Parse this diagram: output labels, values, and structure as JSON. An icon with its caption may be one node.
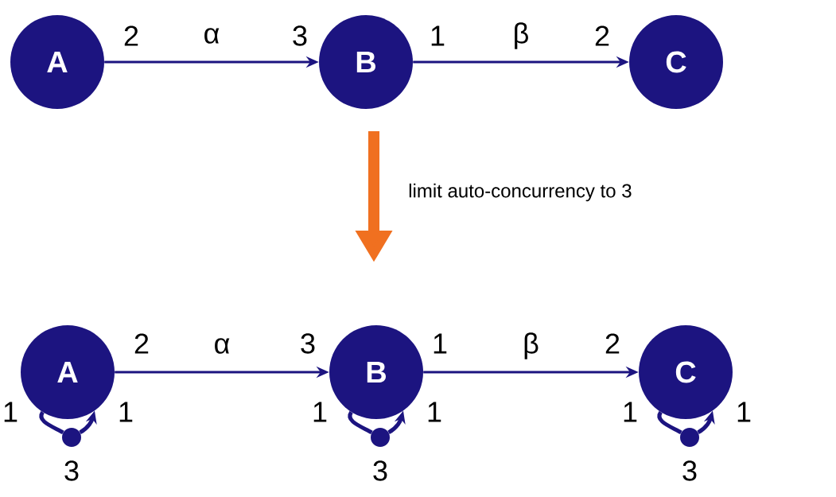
{
  "diagram": {
    "nodes": [
      {
        "text": [
          "A"
        ]
      },
      {
        "text": [
          "B"
        ]
      },
      {
        "text": [
          "C"
        ]
      },
      {
        "text": [
          "A"
        ]
      },
      {
        "text": [
          "B"
        ]
      },
      {
        "text": [
          "C"
        ]
      },
      {
        "text": [],
        "shape": "circle",
        "beside": [
          "3"
        ]
      },
      {
        "text": [],
        "shape": "circle",
        "beside": [
          "3"
        ]
      },
      {
        "text": [],
        "shape": "circle",
        "beside": [
          "3"
        ]
      }
    ],
    "edges": [
      {
        "from": 0,
        "to": 1,
        "arrow": "to",
        "label": "α"
      },
      {
        "from": 1,
        "to": 2,
        "arrow": "to",
        "label": "β"
      },
      {
        "from": 3,
        "to": 4,
        "arrow": "to",
        "label": "α"
      },
      {
        "from": 4,
        "to": 5,
        "arrow": "to",
        "label": "β"
      },
      {
        "from": 3,
        "to": 6,
        "arrow": "none"
      },
      {
        "from": 6,
        "to": 3,
        "arrow": "to"
      },
      {
        "from": 4,
        "to": 7,
        "arrow": "none"
      },
      {
        "from": 7,
        "to": 4,
        "arrow": "to"
      },
      {
        "from": 5,
        "to": 8,
        "arrow": "none"
      },
      {
        "from": 8,
        "to": 5,
        "arrow": "to"
      }
    ],
    "labels": [
      "2",
      "3",
      "1",
      "2",
      "limit auto-concurrency to 3",
      "2",
      "3",
      "1",
      "2",
      "1",
      "1",
      "1",
      "1",
      "1",
      "1"
    ]
  }
}
